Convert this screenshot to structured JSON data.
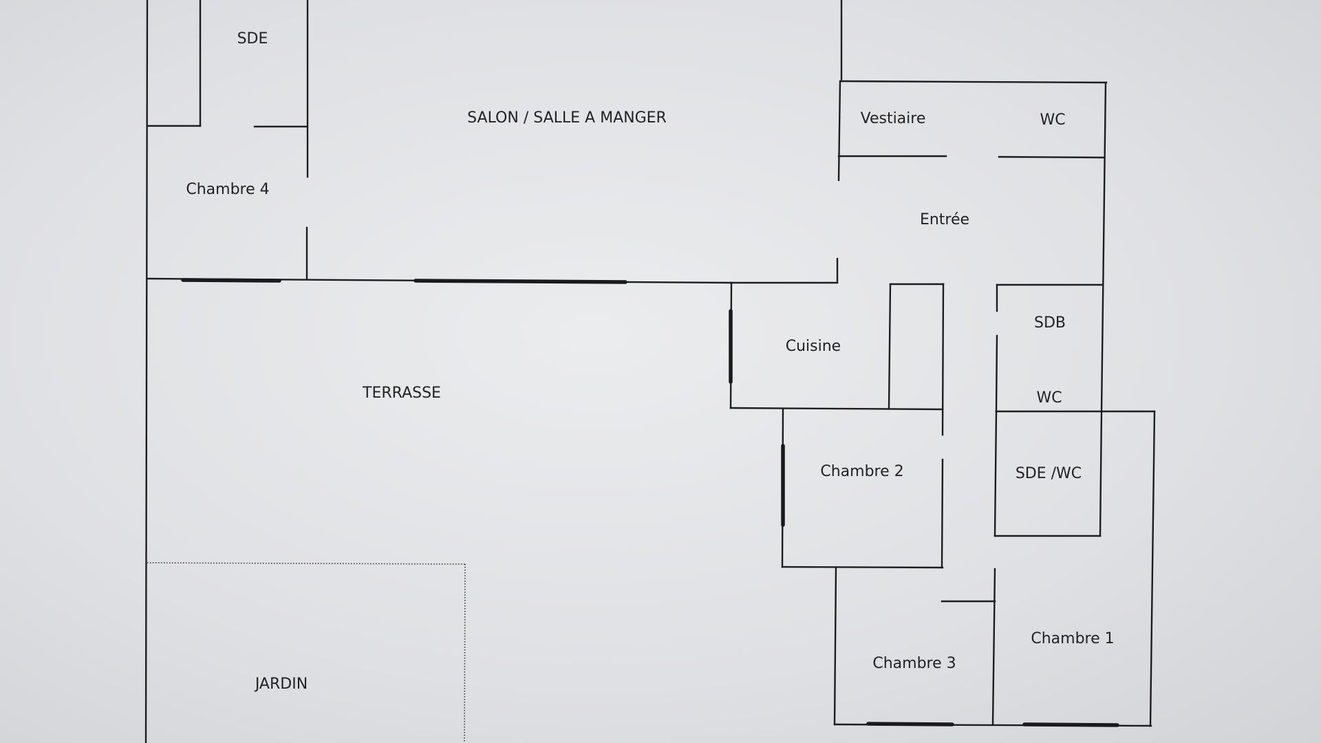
{
  "rooms": {
    "sde_top": "SDE",
    "salon": "SALON / SALLE A MANGER",
    "vestiaire": "Vestiaire",
    "wc_top": "WC",
    "chambre4": "Chambre 4",
    "entree": "Entrée",
    "sdb": "SDB",
    "cuisine": "Cuisine",
    "terrasse": "TERRASSE",
    "wc_mid": "WC",
    "chambre2": "Chambre 2",
    "sde_wc": "SDE /WC",
    "chambre1": "Chambre 1",
    "chambre3": "Chambre 3",
    "jardin": "JARDIN"
  },
  "colors": {
    "wall": "#1d1d20",
    "paper": "#e4e5e8"
  }
}
